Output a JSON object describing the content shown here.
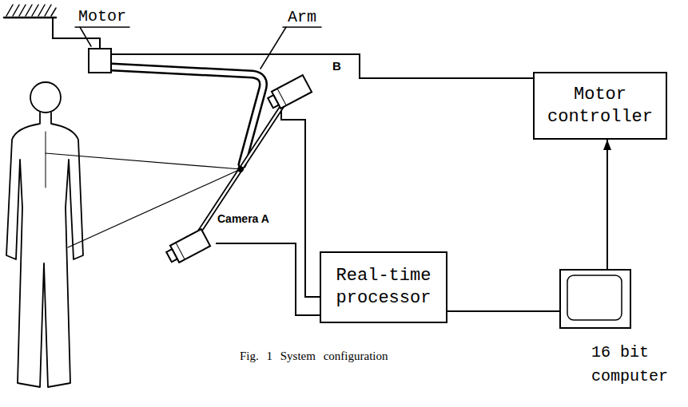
{
  "diagram": {
    "caption": "Fig. 1 System configuration",
    "nodes": [
      {
        "text": [
          "Motor"
        ]
      },
      {
        "text": [
          "B"
        ]
      },
      {
        "text": [
          "Motor controller"
        ]
      },
      {
        "text": [
          "Camera A"
        ]
      },
      {
        "text": [
          "Real-time processor"
        ]
      },
      {
        "text": [
          "16 bit computer"
        ]
      }
    ],
    "edges": [
      {
        "from": 2,
        "to": 0,
        "arrow": "none"
      },
      {
        "from": 1,
        "to": 4,
        "arrow": "none"
      },
      {
        "from": 3,
        "to": 4,
        "arrow": "none"
      },
      {
        "from": 4,
        "to": 5,
        "arrow": "none"
      },
      {
        "from": 5,
        "to": 2,
        "arrow": "to"
      }
    ],
    "labels": [
      "Arm"
    ]
  }
}
